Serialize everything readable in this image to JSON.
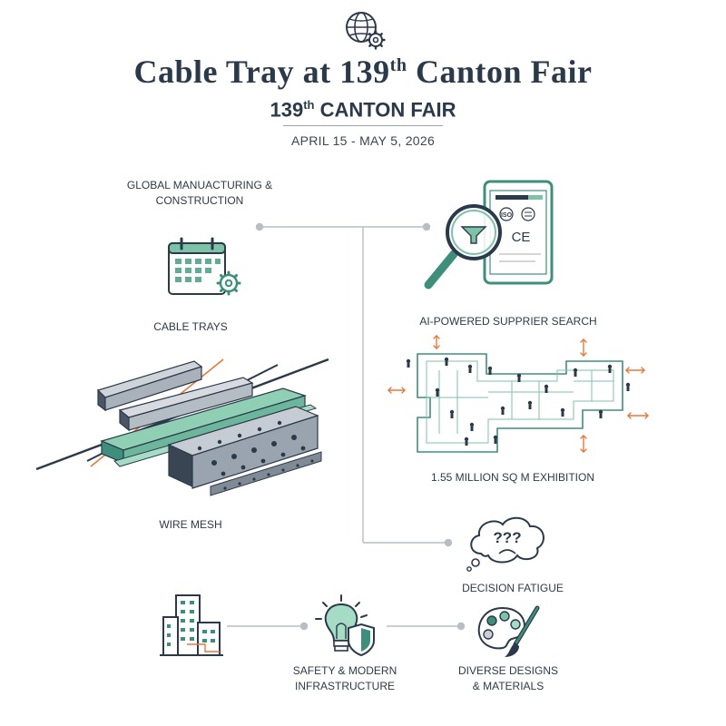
{
  "header": {
    "title_main": "Cable Tray  at 139",
    "title_sup": "th",
    "title_tail": " Canton Fair",
    "subtitle_main": "139",
    "subtitle_sup": "th",
    "subtitle_tail": " CANTON FAIR",
    "date": "APRIL 15 - MAY 5, 2026"
  },
  "nodes": {
    "global": {
      "line1": "GLOBAL MANUACTURING &",
      "line2": "CONSTRUCTION"
    },
    "cable_trays": "CABLE TRAYS",
    "wire_mesh": "WIRE MESH",
    "ai_search": "AI-POWERED SUPPRIER SEARCH",
    "exhibition": "1.55 MILLION SQ M EXHIBITION",
    "decision": "DECISION FATIGUE",
    "safety": {
      "line1": "SAFETY & MODERN",
      "line2": "INFRASTRUCTURE"
    },
    "diverse": {
      "line1": "DIVERSE DESIGNS",
      "line2": "& MATERIALS"
    }
  },
  "tablet": {
    "badge_iso": "ISO",
    "badge_ce": "CE"
  },
  "thought_bubble": "???",
  "colors": {
    "navy": "#2b3a4a",
    "teal": "#3d8f7c",
    "mint": "#7cc3a8",
    "orange": "#e8773a",
    "gray_line": "#b7bec6"
  }
}
